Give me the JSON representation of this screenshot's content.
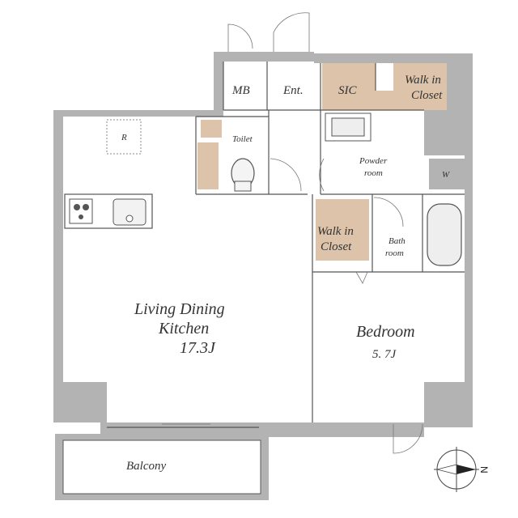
{
  "colors": {
    "wall": "#b3b3b3",
    "closet": "#dcc3aa",
    "line": "#555555",
    "floor": "#ffffff"
  },
  "rooms": {
    "mb": "MB",
    "entrance": "Ent.",
    "sic": "SIC",
    "walk_in_closet_top_line1": "Walk in",
    "walk_in_closet_top_line2": "Closet",
    "toilet": "Toilet",
    "refrigerator": "R",
    "powder_room_line1": "Powder",
    "powder_room_line2": "room",
    "washer": "W",
    "walk_in_closet_mid_line1": "Walk in",
    "walk_in_closet_mid_line2": "Closet",
    "bath_room_line1": "Bath",
    "bath_room_line2": "room",
    "ldk_line1": "Living Dining",
    "ldk_line2": "Kitchen",
    "ldk_size": "17.3J",
    "bedroom": "Bedroom",
    "bedroom_size": "5. 7J",
    "balcony": "Balcony"
  },
  "compass": {
    "north_label": "N"
  }
}
